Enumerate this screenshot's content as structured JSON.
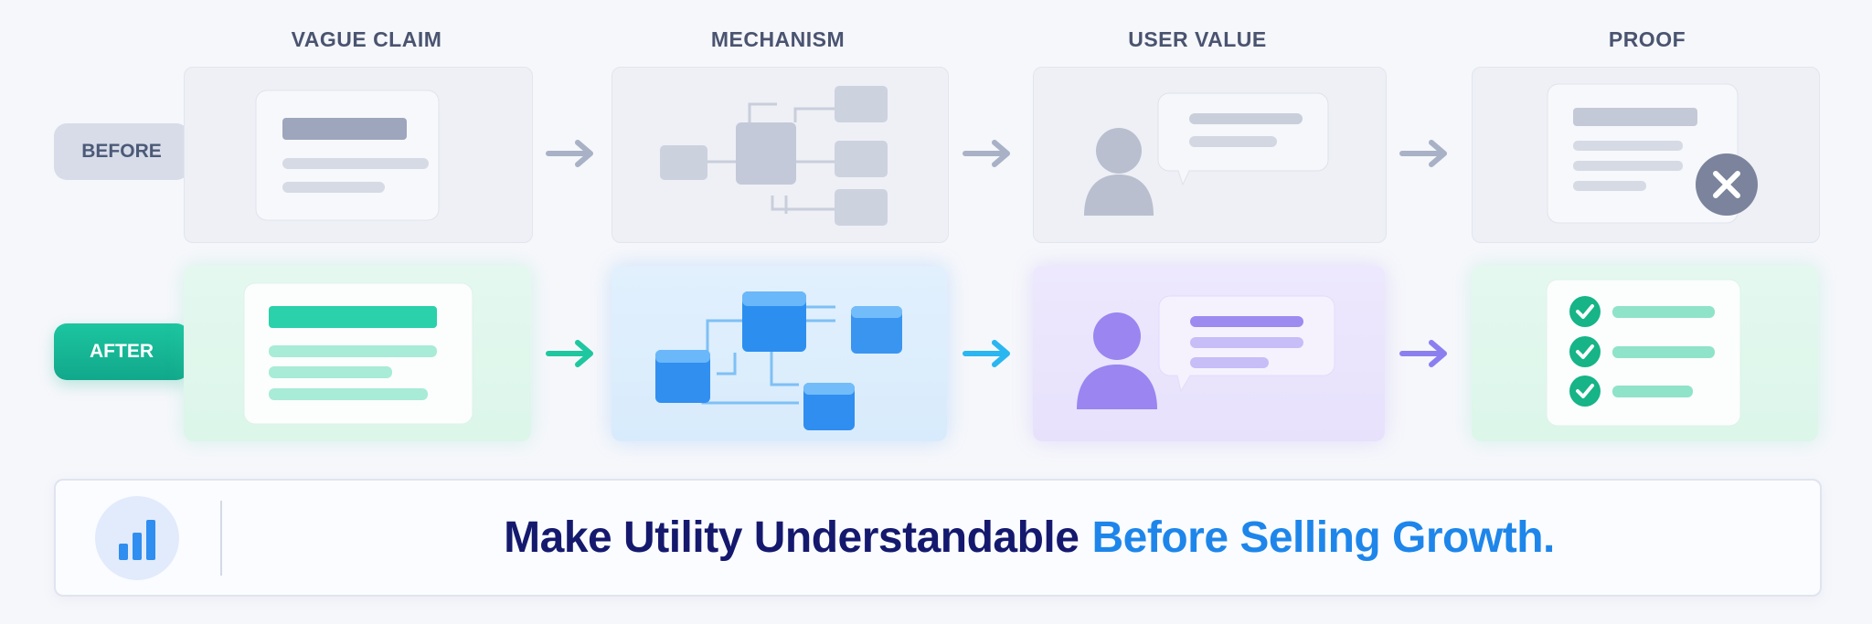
{
  "columns": [
    "VAGUE CLAIM",
    "MECHANISM",
    "USER VALUE",
    "PROOF"
  ],
  "rows": {
    "before": {
      "label": "BEFORE"
    },
    "after": {
      "label": "AFTER"
    }
  },
  "icons": {
    "proof_before": "x-circle-icon",
    "proof_after": "check-circle-icon",
    "banner": "bar-chart-icon",
    "user": "user-icon",
    "chat": "chat-bubble-icon",
    "network": "cube-network-icon"
  },
  "colors": {
    "before_gray": "#c6ccda",
    "after_green": "#1cc5a0",
    "after_blue": "#2d8cf0",
    "after_purple": "#8f7df0",
    "title_dark": "#15196e",
    "title_blue": "#1e86ea"
  },
  "banner": {
    "text_dark": "Make Utility Understandable",
    "text_blue": "Before Selling Growth."
  }
}
